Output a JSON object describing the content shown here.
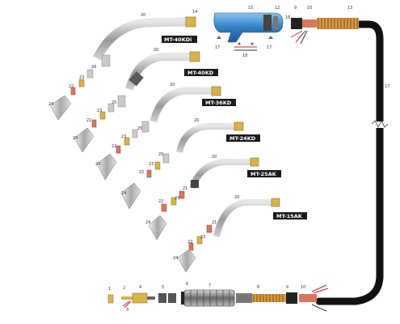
{
  "diagram": {
    "models": [
      {
        "id": "mt40kdi",
        "name": "MT-40KDi"
      },
      {
        "id": "mt40kd",
        "name": "MT-40KD"
      },
      {
        "id": "mt36kd",
        "name": "MT-36KD"
      },
      {
        "id": "mt24kd",
        "name": "MT-24KD"
      },
      {
        "id": "mt25ak",
        "name": "MT-25AK"
      },
      {
        "id": "mt15ak",
        "name": "MT-15AK"
      }
    ],
    "part_labels": {
      "p1": "1",
      "p2": "2",
      "p3": "3",
      "p4": "4",
      "p5": "5",
      "p6": "6",
      "p7": "7",
      "p8": "8",
      "p9": "9",
      "p10": "10",
      "p12": "12",
      "p13": "13",
      "p14": "14",
      "p15": "15",
      "p16": "16",
      "p17": "17",
      "p18": "18",
      "p20": "20",
      "p21": "21",
      "p22": "22",
      "p23": "23",
      "p24": "24",
      "p25": "25",
      "p26": "26"
    },
    "colors": {
      "cable": "#111111",
      "neck_grey": "#b8b8b8",
      "brass": "#d8b24a",
      "copper": "#d9775e",
      "handle_blue": "#3a8ccf",
      "spring_orange": "#d89a40",
      "nozzle_grey": "#c9c9c9"
    }
  }
}
